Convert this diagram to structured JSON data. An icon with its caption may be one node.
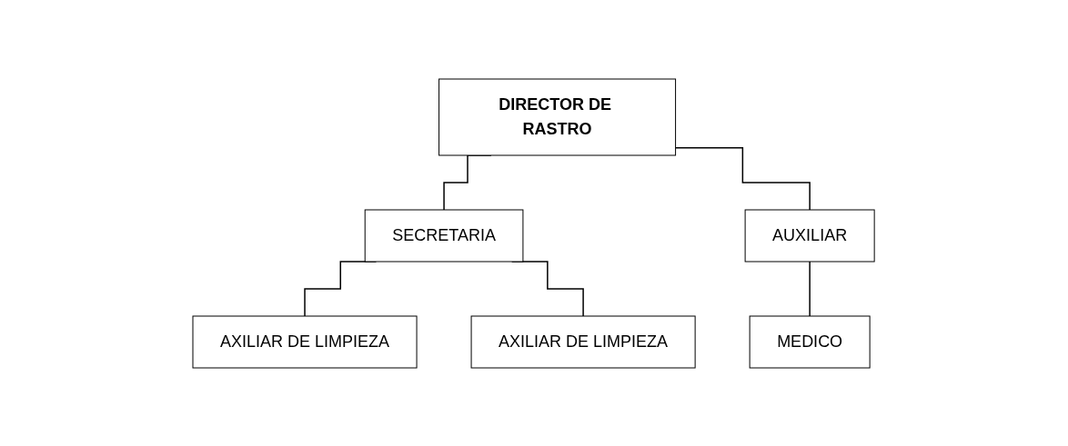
{
  "diagram": {
    "nodes": [
      {
        "text": [
          "DIRECTOR DE RASTRO"
        ]
      },
      {
        "text": [
          "SECRETARIA"
        ]
      },
      {
        "text": [
          "AUXILIAR"
        ]
      },
      {
        "text": [
          "AXILIAR DE LIMPIEZA"
        ]
      },
      {
        "text": [
          "AXILIAR DE LIMPIEZA"
        ]
      },
      {
        "text": [
          "MEDICO"
        ]
      }
    ],
    "edges": [
      {
        "from": 0,
        "to": 1,
        "arrow": "none"
      },
      {
        "from": 0,
        "to": 2,
        "arrow": "none"
      },
      {
        "from": 1,
        "to": 3,
        "arrow": "none"
      },
      {
        "from": 1,
        "to": 4,
        "arrow": "none"
      },
      {
        "from": 2,
        "to": 5,
        "arrow": "none"
      }
    ]
  }
}
